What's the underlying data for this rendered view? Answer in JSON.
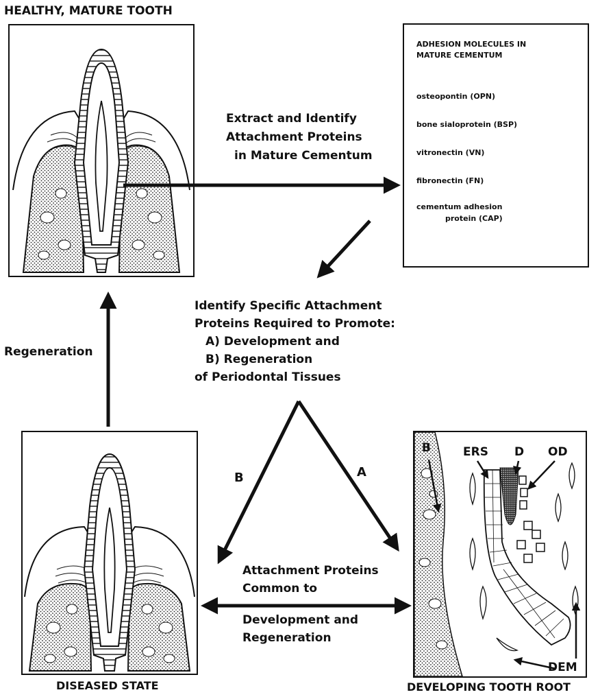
{
  "titles": {
    "healthy": "HEALTHY, MATURE TOOTH",
    "diseased": "DISEASED STATE",
    "developing": "DEVELOPING TOOTH ROOT"
  },
  "adhesion_box": {
    "header_line1": "ADHESION MOLECULES IN",
    "header_line2": "MATURE CEMENTUM",
    "items": [
      "osteopontin (OPN)",
      "bone sialoprotein (BSP)",
      "vitronectin (VN)",
      "fibronectin (FN)",
      "cementum adhesion",
      "protein (CAP)"
    ]
  },
  "extract_text": [
    "Extract and Identify",
    "Attachment Proteins",
    "in Mature Cementum"
  ],
  "identify_text": [
    "Identify Specific Attachment",
    "Proteins Required to Promote:",
    "A) Development and",
    "B) Regeneration",
    "of Periodontal Tissues"
  ],
  "regeneration_label": "Regeneration",
  "branch_labels": {
    "a": "A",
    "b": "B"
  },
  "common_text": [
    "Attachment Proteins",
    "Common to",
    "Development and",
    "Regeneration"
  ],
  "developing_labels": {
    "b": "B",
    "ers": "ERS",
    "d": "D",
    "od": "OD",
    "dem": "DEM"
  }
}
